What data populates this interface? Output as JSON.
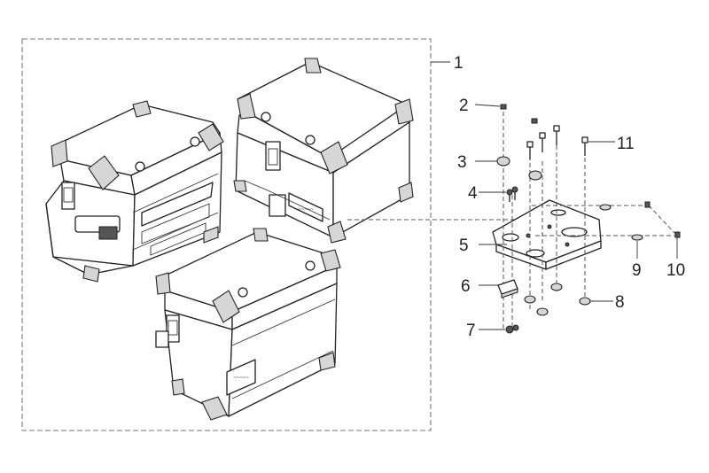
{
  "callouts": {
    "c1": "1",
    "c2": "2",
    "c3": "3",
    "c4": "4",
    "c5": "5",
    "c6": "6",
    "c7": "7",
    "c8": "8",
    "c9": "9",
    "c10": "10",
    "c11": "11"
  },
  "logo_plates": {
    "top_case": "~~~~~",
    "side_case_right": "~~~~~"
  }
}
